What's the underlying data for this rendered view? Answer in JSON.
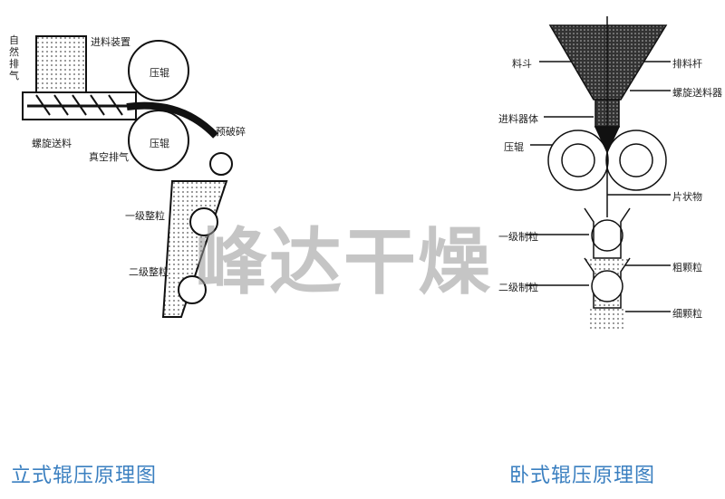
{
  "left_diagram": {
    "caption": "立式辊压原理图",
    "labels": {
      "natural_exhaust": "自然排气",
      "feeder": "进料装置",
      "roller_top": "压辊",
      "roller_bottom": "压辊",
      "screw_feed": "螺旋送料",
      "vacuum_exhaust": "真空排气",
      "pre_crush": "预破碎",
      "stage1": "一级整粒",
      "stage2": "二级整粒"
    }
  },
  "right_diagram": {
    "caption": "卧式辊压原理图",
    "labels": {
      "hopper": "料斗",
      "discharge_rod": "排料杆",
      "screw_feeder": "螺旋送料器",
      "feeder_body": "进料器体",
      "roller": "压辊",
      "flakes": "片状物",
      "stage1": "一级制粒",
      "coarse": "粗颗粒",
      "stage2": "二级制粒",
      "fine": "细颗粒"
    }
  },
  "watermark": "峰达干燥"
}
